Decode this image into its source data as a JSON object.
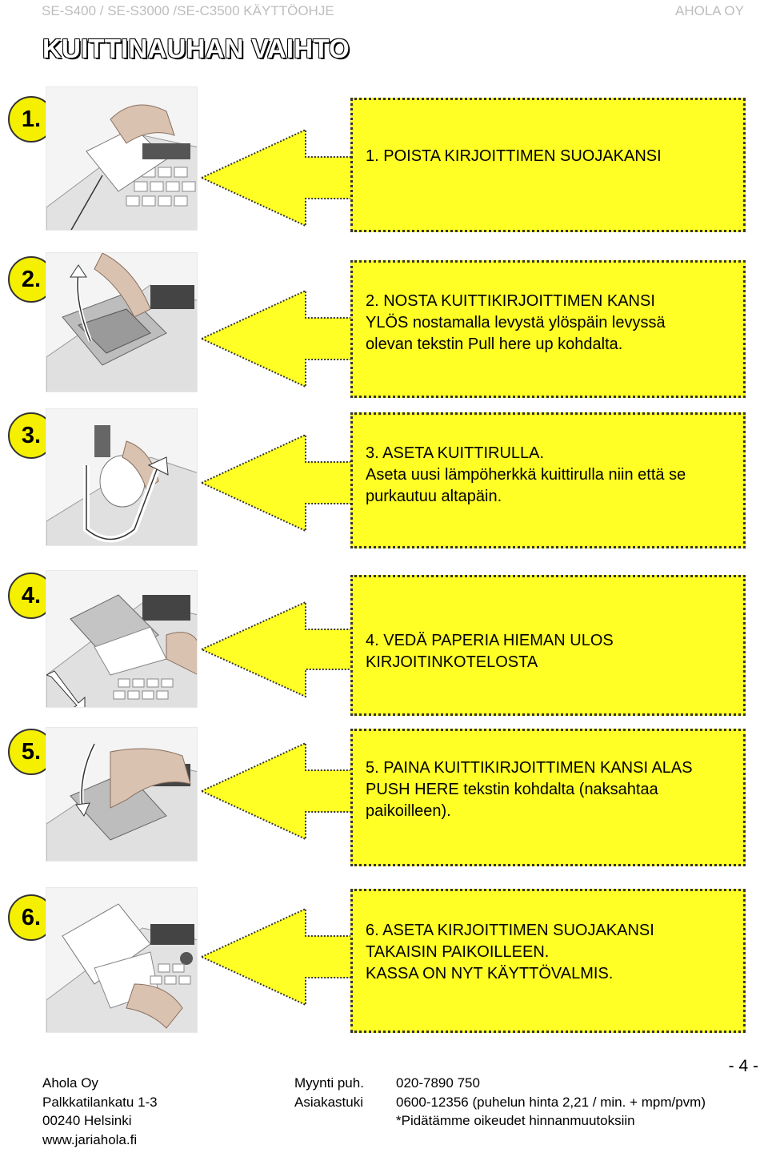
{
  "header": {
    "left": "SE-S400 / SE-S3000 /SE-C3500 KÄYTTÖOHJE",
    "right": "AHOLA OY"
  },
  "title": "KUITTINAUHAN VAIHTO",
  "steps": [
    {
      "badge": "1.",
      "text": "1.  POISTA KIRJOITTIMEN SUOJAKANSI"
    },
    {
      "badge": "2.",
      "text": "2. NOSTA KUITTIKIRJOITTIMEN KANSI\nYLÖS nostamalla levystä ylöspäin levyssä\nolevan tekstin Pull here up kohdalta."
    },
    {
      "badge": "3.",
      "text": "3. ASETA KUITTIRULLA.\nAseta uusi lämpöherkkä kuittirulla niin että se\npurkautuu altapäin."
    },
    {
      "badge": "4.",
      "text": "4. VEDÄ PAPERIA HIEMAN ULOS\nKIRJOITINKOTELOSTA"
    },
    {
      "badge": "5.",
      "text": "5. PAINA KUITTIKIRJOITTIMEN KANSI ALAS\n PUSH HERE  tekstin kohdalta (naksahtaa\npaikoilleen)."
    },
    {
      "badge": "6.",
      "text": "6. ASETA KIRJOITTIMEN SUOJAKANSI\nTAKAISIN PAIKOILLEEN.\nKASSA ON NYT KÄYTTÖVALMIS."
    }
  ],
  "footer": {
    "company": [
      "Ahola Oy",
      "Palkkatilankatu 1-3",
      "00240 Helsinki",
      "www.jariahola.fi"
    ],
    "labels": [
      "Myynti puh.",
      "Asiakastuki"
    ],
    "values": [
      "020-7890 750",
      "0600-12356 (puhelun hinta 2,21 / min. + mpm/pvm)",
      "*Pidätämme oikeudet hinnanmuutoksiin"
    ],
    "page": "- 4 -"
  },
  "colors": {
    "box_fill": "#ffff26",
    "badge_fill": "#f5f000"
  }
}
